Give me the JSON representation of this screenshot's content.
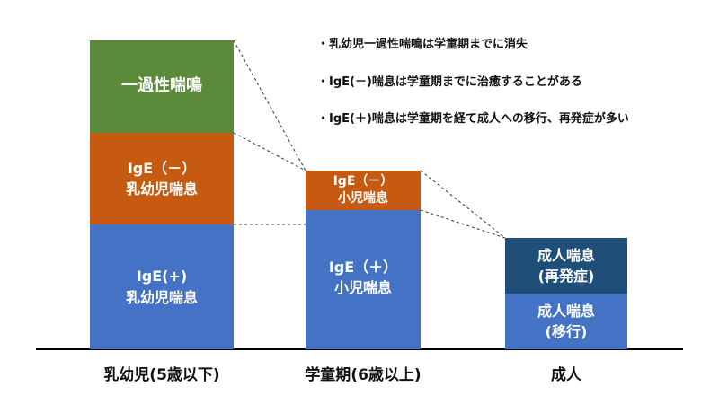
{
  "colors": {
    "green": "#5b8a3a",
    "orange": "#c65a11",
    "blue": "#4472c4",
    "navy": "#1f4e79"
  },
  "notes": [
    "・乳幼児一過性喘鳴は学童期までに消失",
    "・IgE(－)喘息は学童期までに治癒することがある",
    "・IgE(＋)喘息は学童期を経て成人への移行、再発症が多い"
  ],
  "columns": {
    "infant": {
      "label": "乳幼児(5歳以下)",
      "transient": "一過性喘鳴",
      "ige_neg": {
        "line1": "IgE（－）",
        "line2": "乳幼児喘息"
      },
      "ige_pos": {
        "line1": "IgE(+)",
        "line2": "乳幼児喘息"
      }
    },
    "school": {
      "label": "学童期(6歳以上)",
      "ige_neg": {
        "line1": "IgE（－）",
        "line2": "小児喘息"
      },
      "ige_pos": {
        "line1": "IgE（＋）",
        "line2": "小児喘息"
      }
    },
    "adult": {
      "label": "成人",
      "relapse": {
        "line1": "成人喘息",
        "line2": "(再発症)"
      },
      "transition": {
        "line1": "成人喘息",
        "line2": "(移行)"
      }
    }
  }
}
